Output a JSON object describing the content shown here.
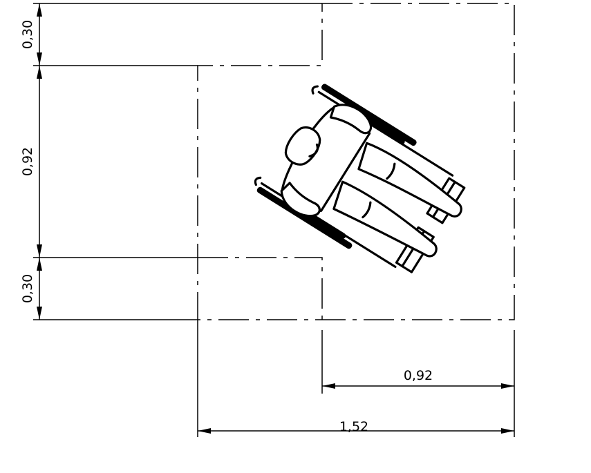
{
  "dimensions": {
    "left_top": "0,30",
    "left_middle": "0,92",
    "left_bottom": "0,30",
    "bottom_short": "0,92",
    "bottom_long": "1,52"
  },
  "colors": {
    "stroke": "#000000",
    "background": "#ffffff"
  },
  "icons": {
    "figure": "wheelchair-user-top-view-icon"
  }
}
